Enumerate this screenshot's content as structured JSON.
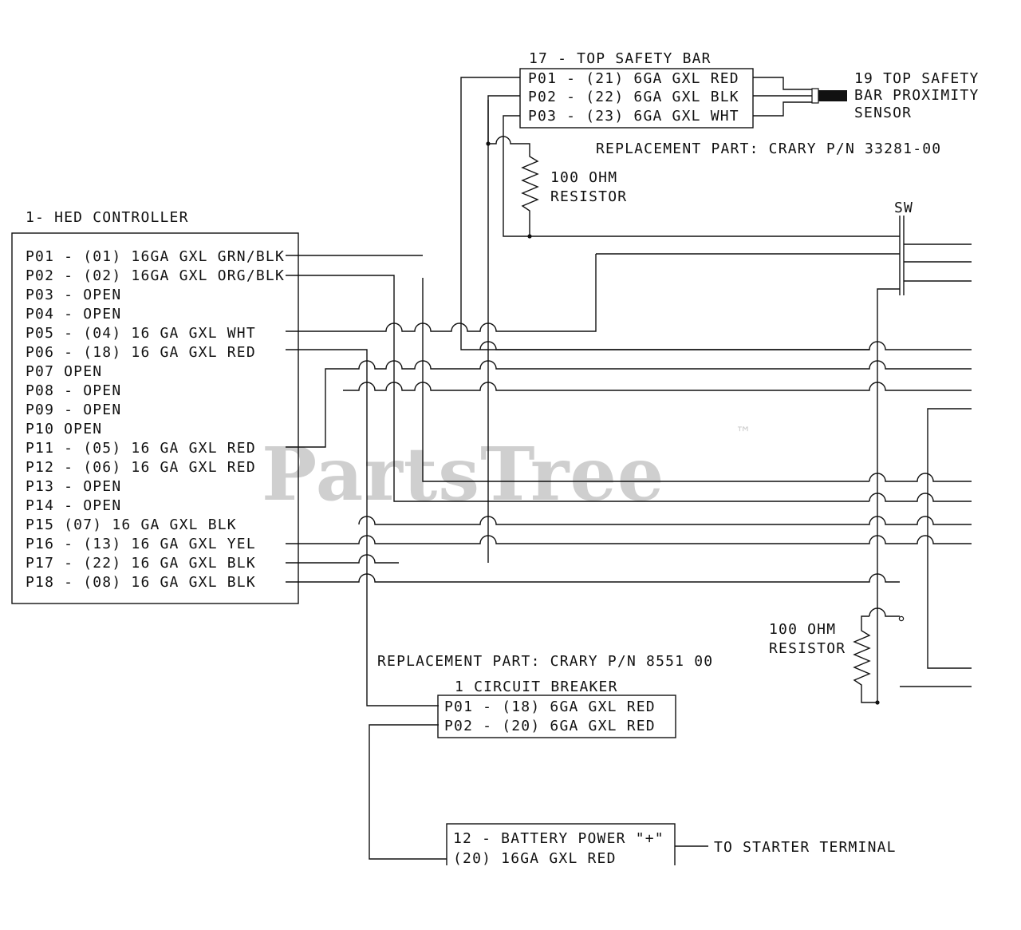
{
  "watermark": {
    "text": "PartsTree",
    "trademark": "™"
  },
  "top_safety_bar": {
    "title": "17 - TOP SAFETY BAR",
    "pins": [
      "P01 - (21)  6GA GXL RED",
      "P02 - (22)  6GA GXL BLK",
      "P03 - (23)  6GA GXL WHT"
    ],
    "replacement": "REPLACEMENT PART:  CRARY P/N 33281-00"
  },
  "proximity_sensor": {
    "lines": [
      "19 TOP SAFETY",
      "BAR PROXIMITY",
      "SENSOR"
    ]
  },
  "resistor_top": {
    "lines": [
      "100 OHM",
      "RESISTOR"
    ]
  },
  "switch": {
    "label": "SW"
  },
  "controller": {
    "title": "1- HED CONTROLLER",
    "pins": [
      "P01 - (01) 16GA GXL GRN/BLK",
      "P02 - (02) 16GA GXL ORG/BLK",
      "P03 - OPEN",
      "P04 - OPEN",
      "P05 - (04) 16 GA GXL WHT",
      "P06 - (18) 16 GA GXL RED",
      "P07  OPEN",
      "P08 - OPEN",
      "P09 - OPEN",
      "P10  OPEN",
      "P11 - (05) 16 GA GXL RED",
      "P12 - (06) 16 GA GXL RED",
      "P13 - OPEN",
      "P14 - OPEN",
      "P15  (07) 16 GA GXL BLK",
      "P16 - (13) 16 GA GXL YEL",
      "P17 - (22) 16 GA GXL BLK",
      "P18 - (08) 16 GA GXL BLK"
    ]
  },
  "resistor_bottom": {
    "lines": [
      "100 OHM",
      "RESISTOR"
    ]
  },
  "circuit_breaker": {
    "replacement": "REPLACEMENT PART: CRARY P/N  8551 00",
    "title": "1  CIRCUIT BREAKER",
    "pins": [
      "P01 - (18)  6GA GXL RED",
      "P02 - (20)  6GA GXL RED"
    ]
  },
  "battery": {
    "lines": [
      "12 - BATTERY POWER \"+\"",
      "(20) 16GA GXL RED"
    ],
    "destination": "TO STARTER TERMINAL"
  }
}
